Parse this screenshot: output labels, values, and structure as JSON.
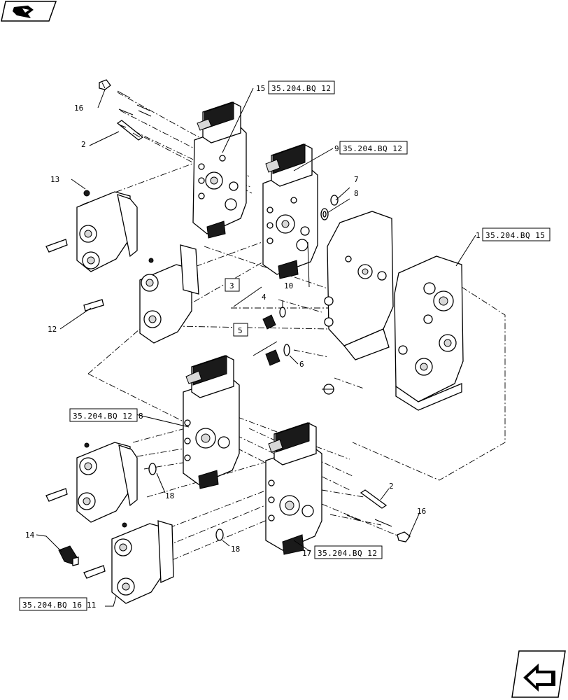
{
  "icons": {
    "top_left": "back-arrow-icon",
    "bottom_right": "next-page-icon"
  },
  "references": {
    "r15": "35.204.BQ 12",
    "r9": "35.204.BQ 12",
    "r1": "35.204.BQ 15",
    "r8": "35.204.BQ 12",
    "r17": "35.204.BQ 12",
    "r11": "35.204.BQ 16"
  },
  "boxed_numbers": {
    "b3": "3",
    "b5": "5"
  },
  "callouts": {
    "c1": "1",
    "c2a": "2",
    "c2b": "2",
    "c4": "4",
    "c6": "6",
    "c7": "7",
    "c8": "8",
    "c8b": "8",
    "c9": "9",
    "c10": "10",
    "c11": "11",
    "c12": "12",
    "c13": "13",
    "c14": "14",
    "c15": "15",
    "c16a": "16",
    "c16b": "16",
    "c17": "17",
    "c18a": "18",
    "c18b": "18"
  }
}
